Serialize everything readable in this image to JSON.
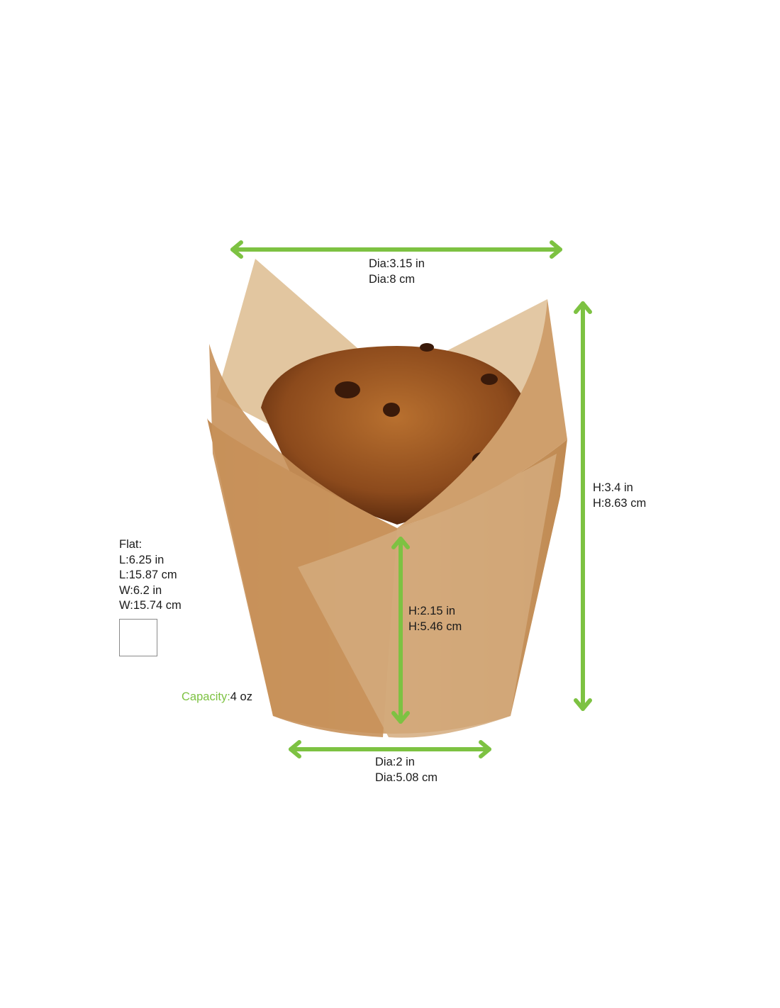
{
  "dimensions": {
    "top_diameter": [
      "Dia:3.15 in",
      "Dia:8 cm"
    ],
    "total_height": [
      "H:3.4 in",
      "H:8.63 cm"
    ],
    "base_height": [
      "H:2.15 in",
      "H:5.46 cm"
    ],
    "bottom_diameter": [
      "Dia:2 in",
      "Dia:5.08 cm"
    ],
    "flat": {
      "title": "Flat:",
      "lines": [
        "L:6.25 in",
        "L:15.87 cm",
        "W:6.2 in",
        "W:15.74 cm"
      ]
    },
    "capacity": {
      "label": "Capacity:",
      "value": "4 oz"
    }
  },
  "colors": {
    "accent": "#7dc242",
    "paper": "#c99a66",
    "muffin": "#8a4a1e"
  }
}
